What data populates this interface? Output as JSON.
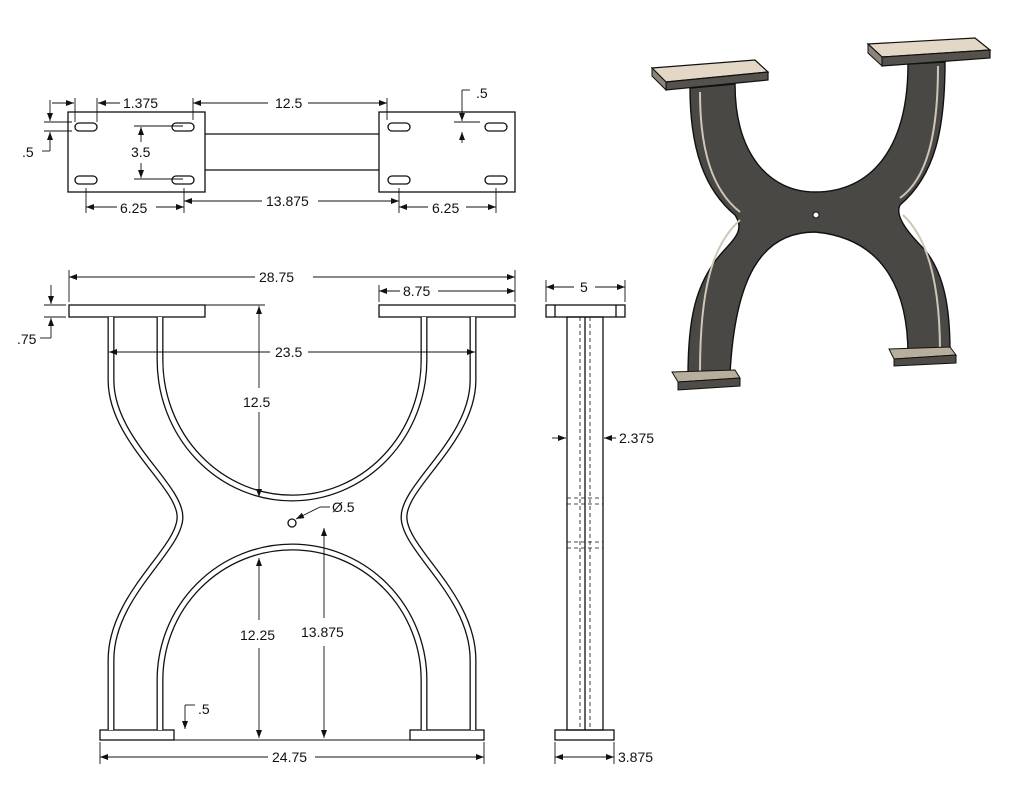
{
  "title": "X-shaped table leg technical drawing",
  "colors": {
    "line": "#111111",
    "steel_dark": "#4a4845",
    "steel_light": "#cfc6b6",
    "plate_top": "#e2d8c5"
  },
  "top_view": {
    "dims": {
      "slot_edge": ".5",
      "slot_offset": "1.375",
      "span_top": "12.5",
      "slot_width": ".5",
      "slot_spacing_y": "3.5",
      "hole_spacing_left": "6.25",
      "hole_gap": "13.875",
      "hole_spacing_right": "6.25",
      "slot_top_edge": ".5"
    }
  },
  "front_view": {
    "dims": {
      "overall_width": "28.75",
      "plate_width": "8.75",
      "plate_thickness": ".75",
      "inner_width": "23.5",
      "upper_arch_height": "12.5",
      "hole_diameter": "Ø.5",
      "lower_arch_height": "12.25",
      "center_height": "13.875",
      "foot_thickness": ".5",
      "foot_span": "24.75"
    }
  },
  "side_view": {
    "dims": {
      "plate_depth": "5",
      "column_width": "2.375",
      "foot_depth": "3.875"
    }
  },
  "iso_view": {
    "label": "isometric-render"
  }
}
